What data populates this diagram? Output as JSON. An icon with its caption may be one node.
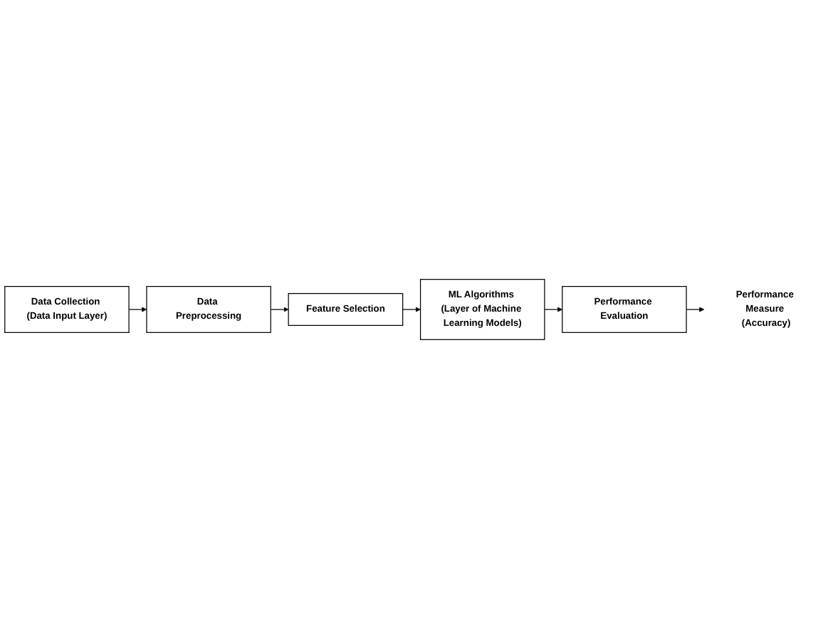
{
  "diagram": {
    "nodes": [
      {
        "text": [
          "Data Collection (Data Input Layer)"
        ]
      },
      {
        "text": [
          "Data Preprocessing"
        ]
      },
      {
        "text": [
          "Feature Selection"
        ]
      },
      {
        "text": [
          "ML Algorithms (Layer of Machine Learning Models)"
        ]
      },
      {
        "text": [
          "Performance Evaluation"
        ]
      },
      {
        "text": [
          "Performance Measure (Accuracy)"
        ]
      }
    ],
    "edges": [
      {
        "from": 0,
        "to": 1,
        "arrow": "to"
      },
      {
        "from": 1,
        "to": 2,
        "arrow": "to"
      },
      {
        "from": 2,
        "to": 3,
        "arrow": "to"
      },
      {
        "from": 3,
        "to": 4,
        "arrow": "to"
      },
      {
        "from": 4,
        "to": 5,
        "arrow": "to"
      }
    ]
  }
}
